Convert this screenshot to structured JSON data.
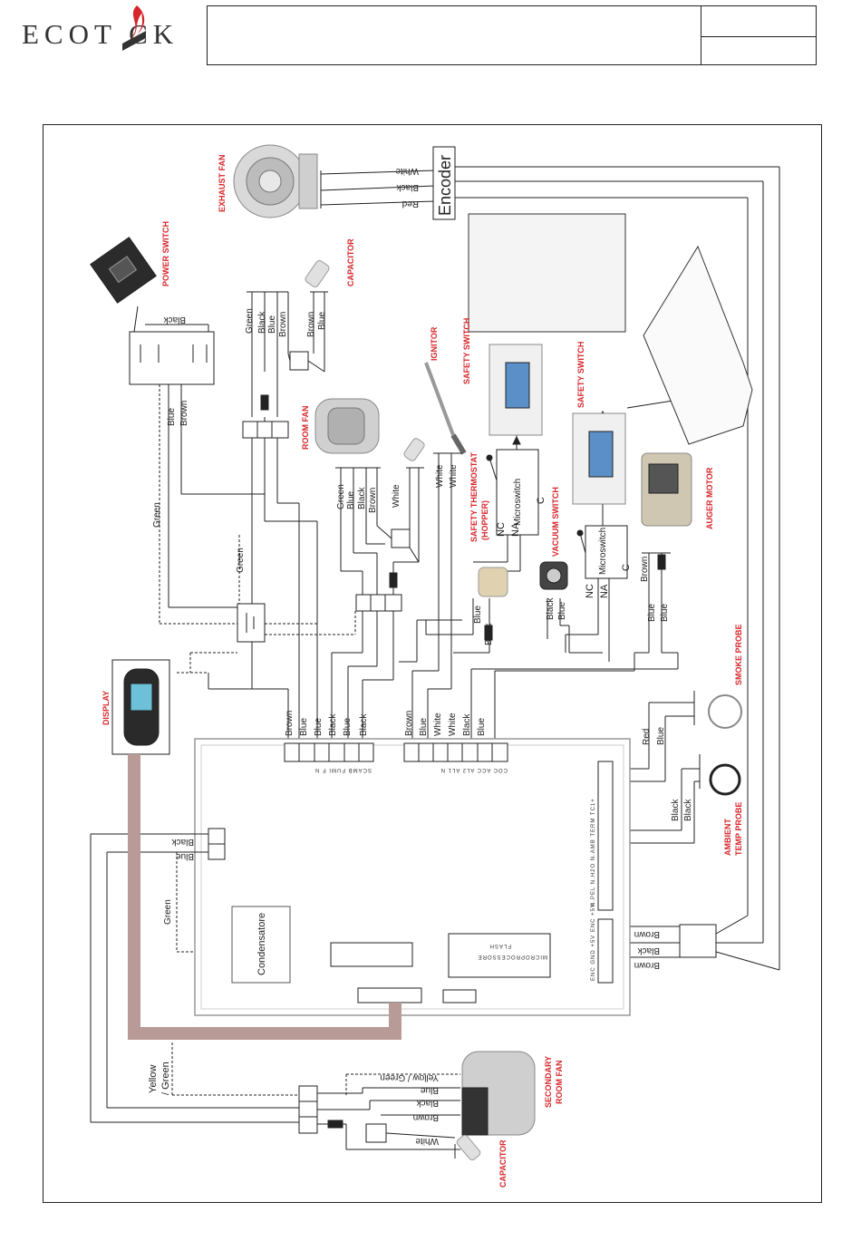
{
  "brand": {
    "logo_text": "ECOT  CK",
    "logo_color": "#333333",
    "flame_color": "#d7262b"
  },
  "colors": {
    "wire": "#222222",
    "accent_red": "#d7262b",
    "display_cable": "#b89a97"
  },
  "components": {
    "exhaust_fan": "EXHAUST FAN",
    "power_switch": "POWER SWITCH",
    "capacitor_top": "CAPACITOR",
    "ignitor": "IGNITOR",
    "safety_switch_1": "SAFETY SWITCH",
    "safety_switch_2": "SAFETY SWITCH",
    "room_fan": "ROOM FAN",
    "safety_thermostat_line1": "SAFETY THERMOSTAT",
    "safety_thermostat_line2": "(HOPPER)",
    "vacuum_switch": "VACUUM SWITCH",
    "auger_motor": "AUGER MOTOR",
    "smoke_probe": "SMOKE PROBE",
    "ambient_probe_line1": "AMBIENT",
    "ambient_probe_line2": "TEMP PROBE",
    "display": "DISPLAY",
    "secondary_fan_line1": "SECONDARY",
    "secondary_fan_line2": "ROOM FAN",
    "capacitor_bottom": "CAPACITOR",
    "encoder": "Encoder",
    "condensatore": "Condensatore",
    "microprocessore": "MICROPROCESSORE",
    "flash": "FLASH",
    "microswitch": "Microswitch",
    "nc": "NC",
    "na": "NA",
    "c": "C"
  },
  "board_labels": {
    "left_block": "SCAMB  FUMI  F  N",
    "right_block": "COC  ACC  AL2  AL1  N",
    "side_block": "N.PEL  N.H2O  N.AMB  TERM  TC1+",
    "enc_block": "ENC  GND  +5V  ENC  +5V"
  },
  "wires": {
    "white": "White",
    "black": "Black",
    "red": "Red",
    "blue": "Blue",
    "brown": "Brown",
    "green": "Green",
    "yellow": "Yellow",
    "yellow_green_a": "Yellow / Green",
    "yellow_green_b": "/ Green"
  }
}
